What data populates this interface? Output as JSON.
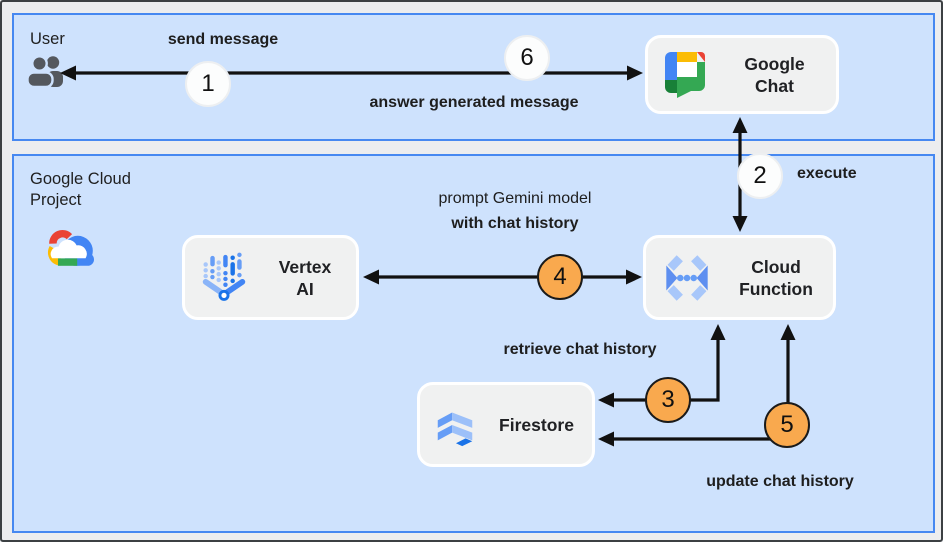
{
  "zones": {
    "user": {
      "label": "User"
    },
    "gcp": {
      "label": "Google Cloud\nProject"
    }
  },
  "nodes": {
    "google_chat": {
      "label": "Google\nChat"
    },
    "vertex_ai": {
      "label": "Vertex\nAI"
    },
    "cloud_function": {
      "label": "Cloud\nFunction"
    },
    "firestore": {
      "label": "Firestore"
    }
  },
  "steps": [
    {
      "num": "1",
      "label": "send message"
    },
    {
      "num": "2",
      "label": "execute"
    },
    {
      "num": "3",
      "label": "retrieve chat history"
    },
    {
      "num": "4",
      "label": "prompt Gemini model",
      "label2": "with chat history"
    },
    {
      "num": "5",
      "label": "update chat history"
    },
    {
      "num": "6",
      "label": "answer generated message"
    }
  ],
  "colors": {
    "accent_blue": "#4285F4",
    "zone_fill": "#CEE2FD",
    "node_fill": "#F0F1F1",
    "step_orange": "#F9A94E",
    "arrow_black": "#111111",
    "google_red": "#EA4335",
    "google_yellow": "#FBBC04",
    "google_green": "#34A853",
    "google_dark_green": "#188038"
  }
}
